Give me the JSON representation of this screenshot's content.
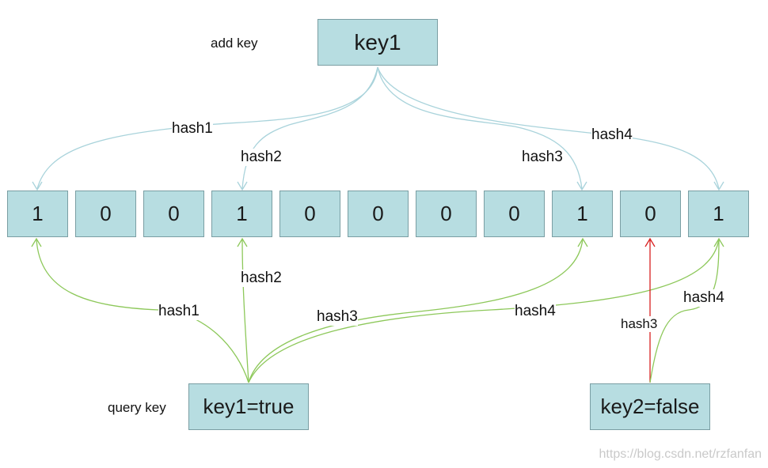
{
  "add_key": {
    "caption": "add key",
    "key_label": "key1",
    "hash_labels": [
      "hash1",
      "hash2",
      "hash3",
      "hash4"
    ]
  },
  "bit_array": [
    "1",
    "0",
    "0",
    "1",
    "0",
    "0",
    "0",
    "0",
    "1",
    "0",
    "1"
  ],
  "query_key": {
    "caption": "query key",
    "key1_label": "key1=true",
    "key1_hash_labels": [
      "hash1",
      "hash2",
      "hash3",
      "hash4"
    ],
    "key2_label": "key2=false",
    "key2_hash_labels": [
      "hash3",
      "hash4"
    ]
  },
  "colors": {
    "box_fill": "#b7dde1",
    "add_arrow": "#a9d3db",
    "query_true_arrow": "#8dc85a",
    "query_false_arrow": "#d82020"
  },
  "watermark": "https://blog.csdn.net/rzfanfan"
}
